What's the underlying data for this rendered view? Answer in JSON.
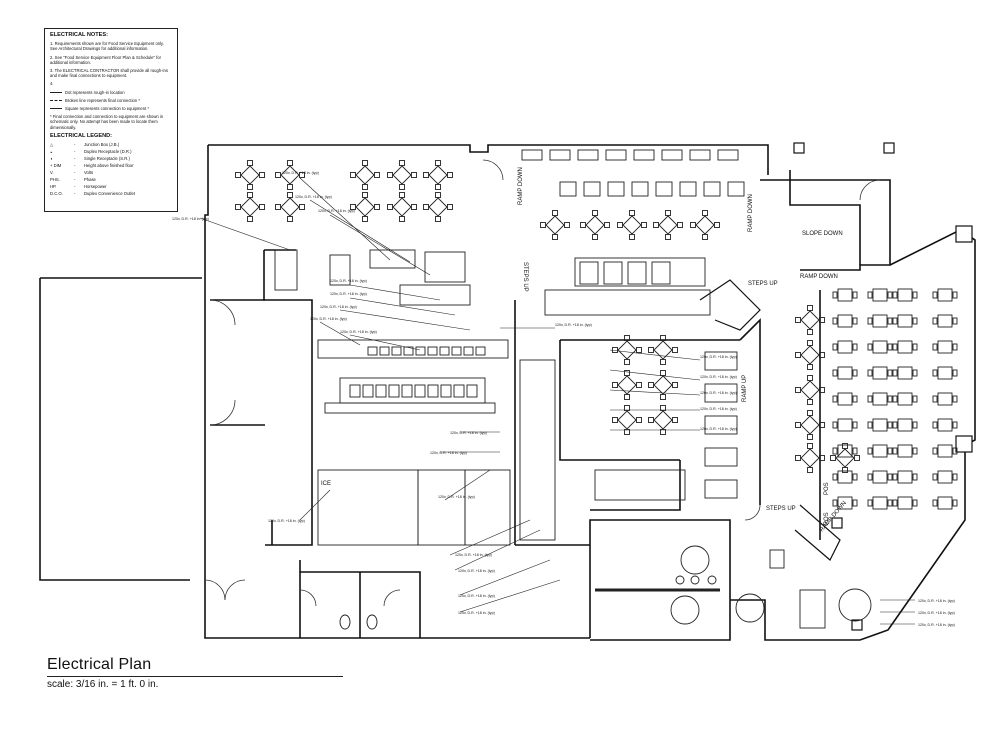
{
  "title_block": {
    "title": "Electrical Plan",
    "scale": "scale: 3/16 in. = 1 ft. 0 in."
  },
  "notes": {
    "heading": "ELECTRICAL NOTES:",
    "items": [
      "1. Requirements shown are for Food Service Equipment only. See Architectural Drawings for additional information.",
      "2. See \"Food Service Equipment Floor Plan & Schedule\" for additional information.",
      "3. The ELECTRICAL CONTRACTOR shall provide all rough-ins and make final connections to equipment."
    ],
    "item4_label": "4.",
    "connection_key": [
      "Dot represents rough-in location",
      "Broken line represents final connection *",
      "Square represents connection to equipment *"
    ],
    "footnote": "* Final connection and connection to equipment are shown in schematic only. No attempt has been made to locate them dimensionally."
  },
  "legend": {
    "heading": "ELECTRICAL LEGEND:",
    "rows": [
      {
        "symbol": "△",
        "desc": "Junction Box (J.B.)"
      },
      {
        "symbol": "◒",
        "desc": "Duplex Receptacle (D.R.)"
      },
      {
        "symbol": "◑",
        "desc": "Single Receptacle (S.R.)"
      },
      {
        "symbol": "+ DIM",
        "desc": "Height above finished floor"
      },
      {
        "symbol": "V.",
        "desc": "Volts"
      },
      {
        "symbol": "PHS.",
        "desc": "Phase"
      },
      {
        "symbol": "HP.",
        "desc": "Horsepower"
      },
      {
        "symbol": "D.C.O.",
        "desc": "Duplex Convenience Outlet"
      }
    ],
    "dash": "-"
  },
  "plan_labels": {
    "ramp_down_1": "RAMP DOWN",
    "ramp_down_2": "RAMP DOWN",
    "ramp_down_3": "RAMP DOWN",
    "ramp_down_4": "RAMP DOWN",
    "slope_down": "SLOPE DOWN",
    "steps_up_1": "STEPS UP",
    "steps_up_2": "STEPS UP",
    "steps_up_3": "STEPS UP",
    "ramp_up": "RAMP UP",
    "ice": "ICE",
    "pos_1": "POS",
    "pos_2": "POS",
    "callout_text": "120v, D.R. +18 in. (typ)"
  },
  "colors": {
    "line": "#111111",
    "light_line": "#555555",
    "background": "#ffffff"
  }
}
